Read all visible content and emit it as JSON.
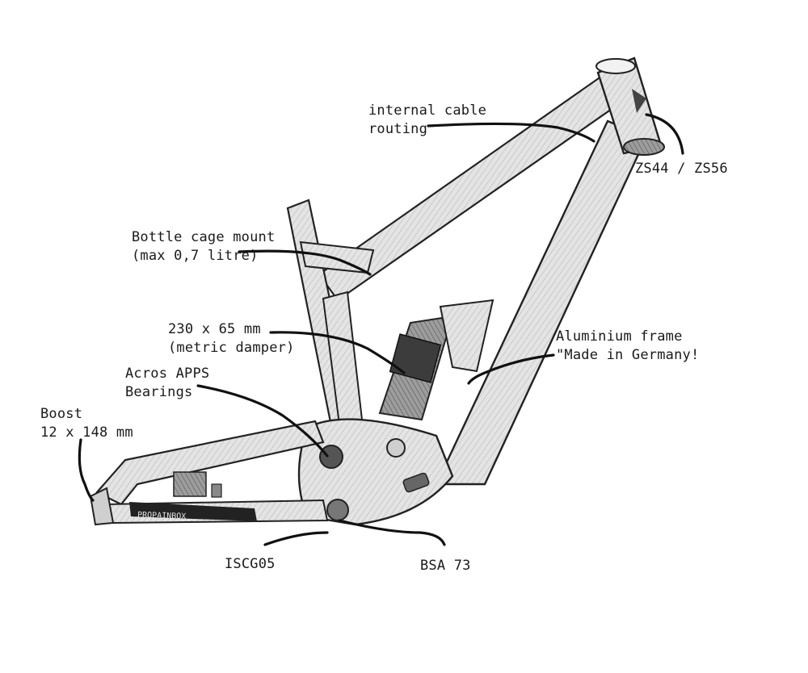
{
  "diagram": {
    "callouts": {
      "cable_routing": {
        "line1": "internal cable",
        "line2": "routing"
      },
      "headset": {
        "line1": "ZS44 / ZS56"
      },
      "bottle_cage": {
        "line1": "Bottle cage mount",
        "line2": "(max 0,7 litre)"
      },
      "damper": {
        "line1": "230 x 65 mm",
        "line2": "(metric damper)"
      },
      "frame_material": {
        "line1": "Aluminium frame",
        "line2": "\"Made in Germany!"
      },
      "bearings": {
        "line1": "Acros APPS",
        "line2": "Bearings"
      },
      "boost": {
        "line1": "Boost",
        "line2": "12 x 148 mm"
      },
      "iscg": {
        "line1": "ISCG05"
      },
      "bsa": {
        "line1": "BSA 73"
      }
    },
    "chainstay_logo": "PROPAINBOX",
    "colors": {
      "ink": "#1a1a1a",
      "metal": "#d9d9d9",
      "shadow": "#8a8a8a",
      "paper": "#ffffff"
    }
  }
}
